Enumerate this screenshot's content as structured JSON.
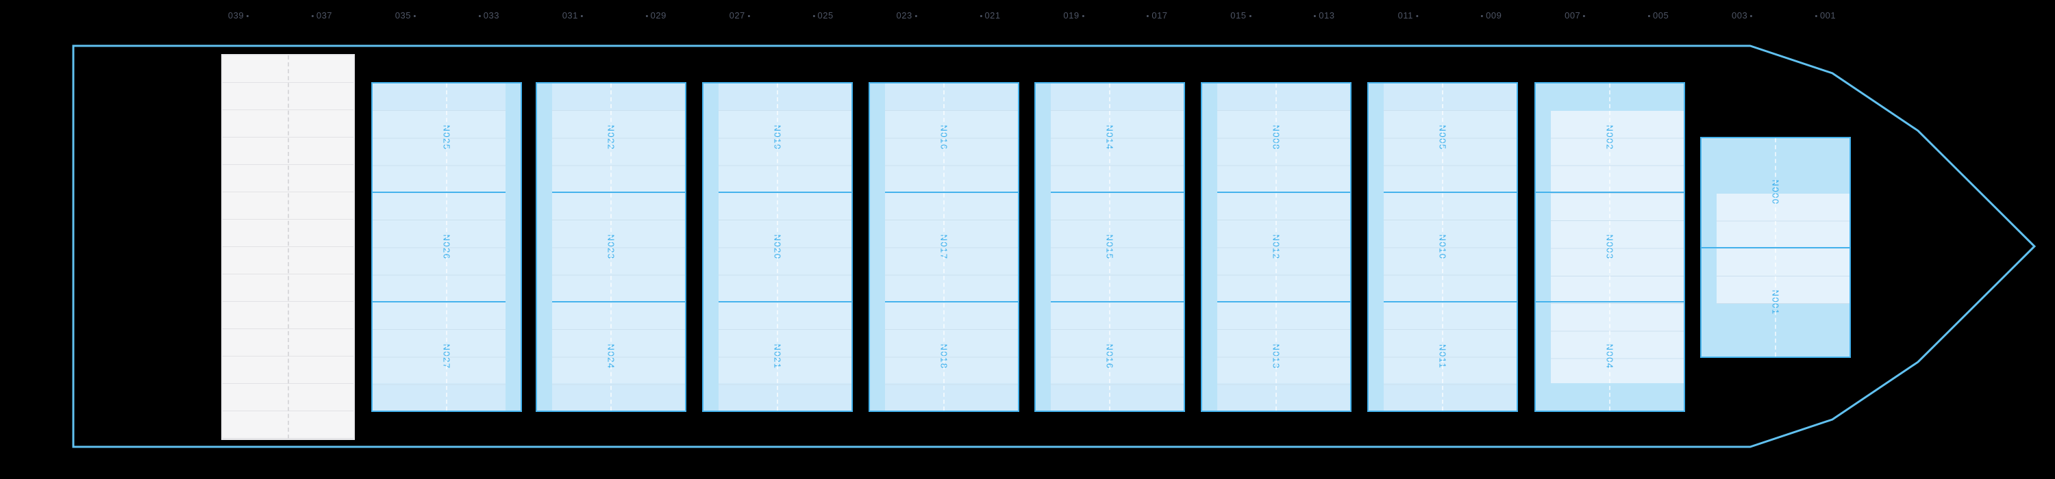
{
  "ruler": {
    "labels": [
      {
        "value": "039",
        "tick": "after"
      },
      {
        "value": "037",
        "tick": "before"
      },
      {
        "value": "035",
        "tick": "after"
      },
      {
        "value": "033",
        "tick": "before"
      },
      {
        "value": "031",
        "tick": "after"
      },
      {
        "value": "029",
        "tick": "before"
      },
      {
        "value": "027",
        "tick": "after"
      },
      {
        "value": "025",
        "tick": "before"
      },
      {
        "value": "023",
        "tick": "after"
      },
      {
        "value": "021",
        "tick": "before"
      },
      {
        "value": "019",
        "tick": "after"
      },
      {
        "value": "017",
        "tick": "before"
      },
      {
        "value": "015",
        "tick": "after"
      },
      {
        "value": "013",
        "tick": "before"
      },
      {
        "value": "011",
        "tick": "after"
      },
      {
        "value": "009",
        "tick": "before"
      },
      {
        "value": "007",
        "tick": "after"
      },
      {
        "value": "005",
        "tick": "before"
      },
      {
        "value": "003",
        "tick": "after"
      },
      {
        "value": "001",
        "tick": "before"
      }
    ]
  },
  "stern_grid": {
    "rows": 14
  },
  "bays": {
    "columns": [
      {
        "cells": [
          "N025",
          "N026",
          "N027"
        ],
        "highlight_side": "right",
        "style": "plain"
      },
      {
        "cells": [
          "N022",
          "N023",
          "N024"
        ],
        "highlight_side": "left",
        "style": "plain"
      },
      {
        "cells": [
          "N019",
          "N020",
          "N021"
        ],
        "highlight_side": "left",
        "style": "plain"
      },
      {
        "cells": [
          "N016",
          "N017",
          "N018"
        ],
        "highlight_side": "left",
        "style": "plain"
      },
      {
        "cells": [
          "N014",
          "N015",
          "N016"
        ],
        "highlight_side": "left",
        "style": "plain"
      },
      {
        "cells": [
          "N008",
          "N012",
          "N013"
        ],
        "highlight_side": "left",
        "style": "plain"
      },
      {
        "cells": [
          "N005",
          "N010",
          "N011"
        ],
        "highlight_side": "left",
        "style": "plain"
      },
      {
        "cells": [
          "N002",
          "N003",
          "N004"
        ],
        "highlight_side": "left",
        "style": "framed"
      }
    ],
    "bow": {
      "cells": [
        "N000",
        "N001"
      ]
    }
  },
  "colors": {
    "background": "#000000",
    "hull_outline": "#61c1f0",
    "bay_border": "#45b2ec",
    "bay_fill": "#daeefb",
    "bay_highlight": "#bae3f8",
    "bay_rows_light": "#e4f2fc",
    "bay_label_text": "#38aeec",
    "ruler_text": "#4e5565",
    "stern_fill": "#f5f5f6"
  }
}
